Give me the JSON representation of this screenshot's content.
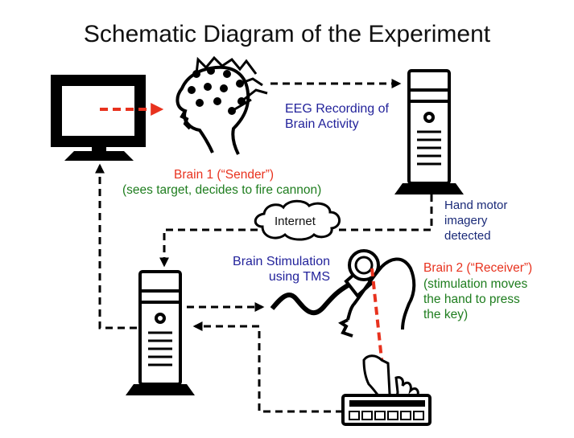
{
  "title": "Schematic Diagram of the Experiment",
  "labels": {
    "eeg": [
      "EEG Recording of",
      "Brain Activity"
    ],
    "sender": {
      "name": "Brain 1 (“Sender”)",
      "desc": "(sees target, decides to fire cannon)"
    },
    "internet": "Internet",
    "motor": [
      "Hand motor",
      "imagery",
      "detected"
    ],
    "stimulation": [
      "Brain Stimulation",
      "using TMS"
    ],
    "receiver": {
      "name": "Brain 2 (“Receiver”)",
      "desc": [
        "(stimulation moves",
        "the hand to press",
        "the key)"
      ]
    }
  },
  "colors": {
    "black": "#000000",
    "signal_red": "#e8321e",
    "label_blue": "#23239b",
    "label_green": "#1e7d1e"
  },
  "icons": [
    "monitor-icon",
    "eeg-head-icon",
    "computer-tower-icon",
    "internet-cloud-icon",
    "tms-coil-icon",
    "receiver-head-icon",
    "pointing-hand-icon",
    "keyboard-icon"
  ]
}
